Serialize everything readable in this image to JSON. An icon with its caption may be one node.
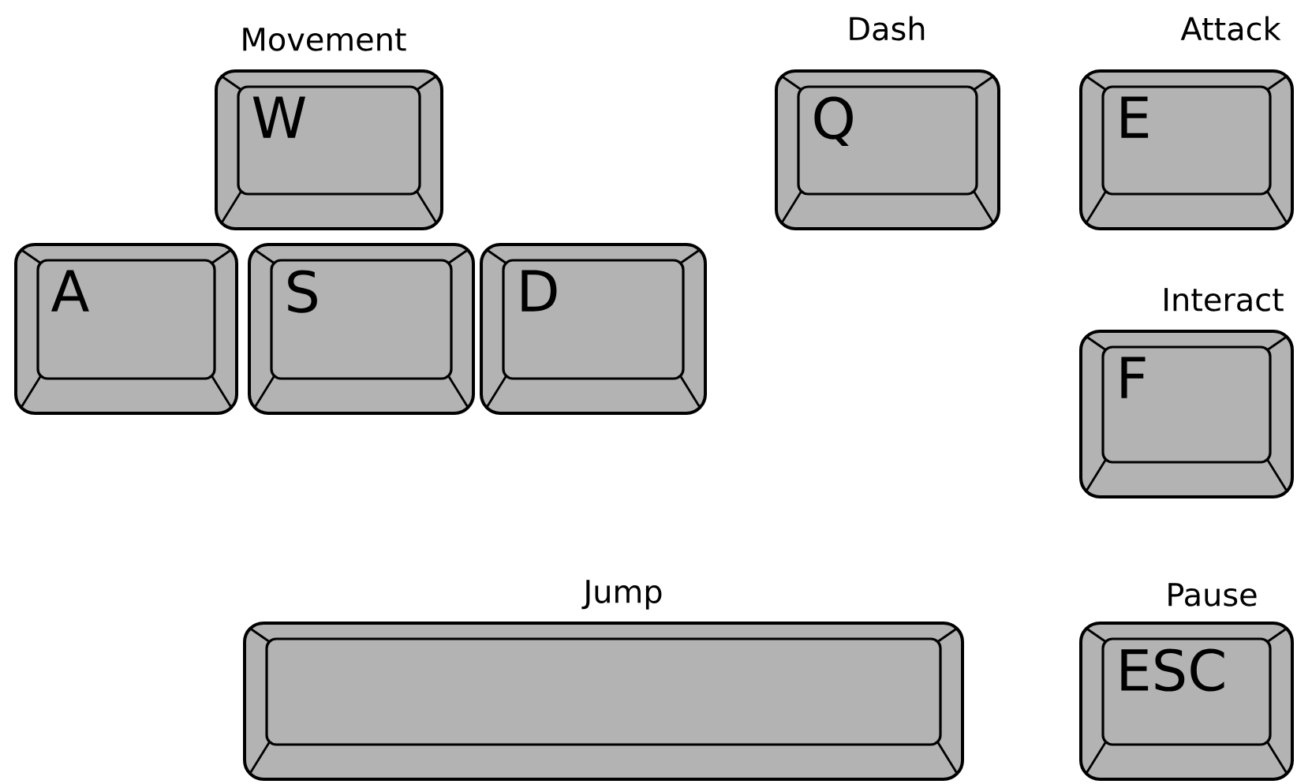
{
  "diagram": {
    "nodes": [
      {
        "text": [
          "W"
        ]
      },
      {
        "text": [
          "Q"
        ],
        "beside": [
          "Dash"
        ]
      },
      {
        "text": [
          "E"
        ],
        "beside": [
          "Attack"
        ]
      },
      {
        "text": [
          "A"
        ]
      },
      {
        "text": [
          "S"
        ]
      },
      {
        "text": [
          "D"
        ]
      },
      {
        "text": [
          "F"
        ],
        "beside": [
          "Interact"
        ]
      },
      {
        "text": [],
        "shape": "box",
        "beside": [
          "Jump"
        ]
      },
      {
        "text": [
          "ESC"
        ],
        "beside": [
          "Pause"
        ]
      }
    ],
    "labels": [
      "Movement"
    ]
  }
}
